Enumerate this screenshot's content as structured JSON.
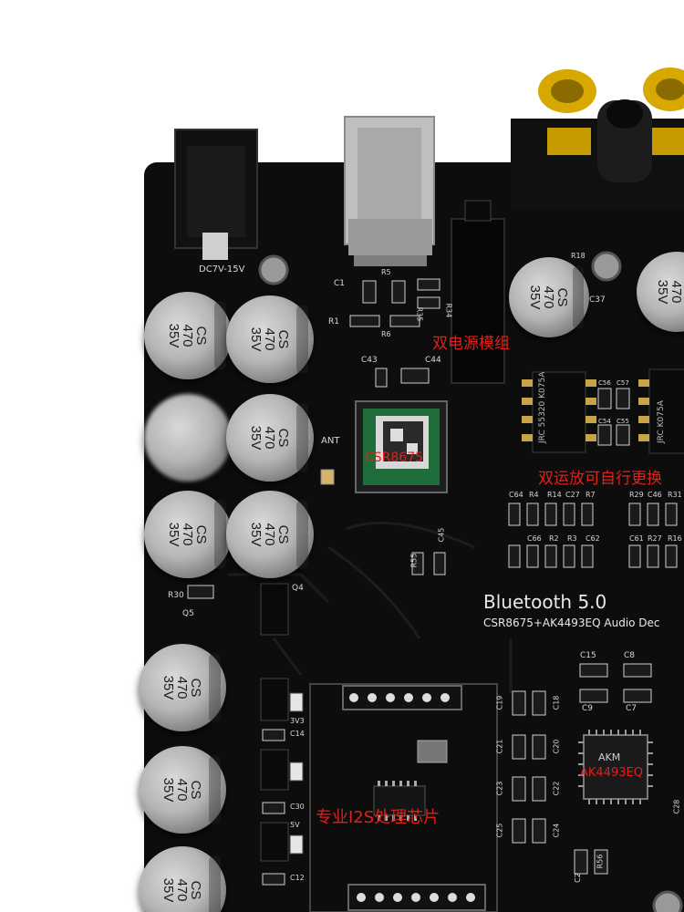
{
  "board": {
    "pcb_color": "#0d0d0d",
    "silk_color": "#d8d8d8",
    "annotation_color": "#e0201a"
  },
  "power": {
    "jack_label": "DC7V-15V"
  },
  "module": {
    "ant_label": "ANT",
    "chip_label": "CSR8675"
  },
  "title": {
    "main": "Bluetooth 5.0",
    "sub": "CSR8675+AK4493EQ Audio Dec"
  },
  "annotations": {
    "dual_power": "双电源模组",
    "opamp": "双运放可自行更换",
    "i2s": "专业I2S处理芯片"
  },
  "dac": {
    "chip_brand": "AKM",
    "chip_label": "AK4493EQ"
  },
  "opamps": [
    {
      "line1": "JRC",
      "line2": "55320",
      "line3": "K075A"
    },
    {
      "line1": "JRC",
      "line2": "",
      "line3": "K075A"
    }
  ],
  "capacitor": {
    "line1": "CS",
    "line2": "470",
    "line3": "35V"
  },
  "components": {
    "c1": "C1",
    "r1": "R1",
    "r5": "R5",
    "r6": "R6",
    "r34": "R34",
    "r35": "R35",
    "c43": "C43",
    "c44": "C44",
    "r55": "R55",
    "c45": "C45",
    "r30": "R30",
    "q5": "Q5",
    "q4": "Q4",
    "c37": "C37",
    "r18": "R18",
    "c64": "C64",
    "r4": "R4",
    "r14": "R14",
    "c27": "C27",
    "r7": "R7",
    "c66": "C66",
    "r2": "R2",
    "r3": "R3",
    "c62": "C62",
    "r29": "R29",
    "c46": "C46",
    "r31": "R31",
    "c61": "C61",
    "r27": "R27",
    "r16": "R16",
    "c56": "C56",
    "c57": "C57",
    "c54": "C54",
    "c55": "C55",
    "c15": "C15",
    "c8": "C8",
    "c9": "C9",
    "c7": "C7",
    "c19": "C19",
    "c18": "C18",
    "c21": "C21",
    "c20": "C20",
    "c23": "C23",
    "c22": "C22",
    "c25": "C25",
    "c24": "C24",
    "c14": "C14",
    "c30": "C30",
    "c12": "C12",
    "v33": "3V3",
    "v5": "5V",
    "c2": "C2",
    "r56": "R56",
    "c28": "C28"
  }
}
